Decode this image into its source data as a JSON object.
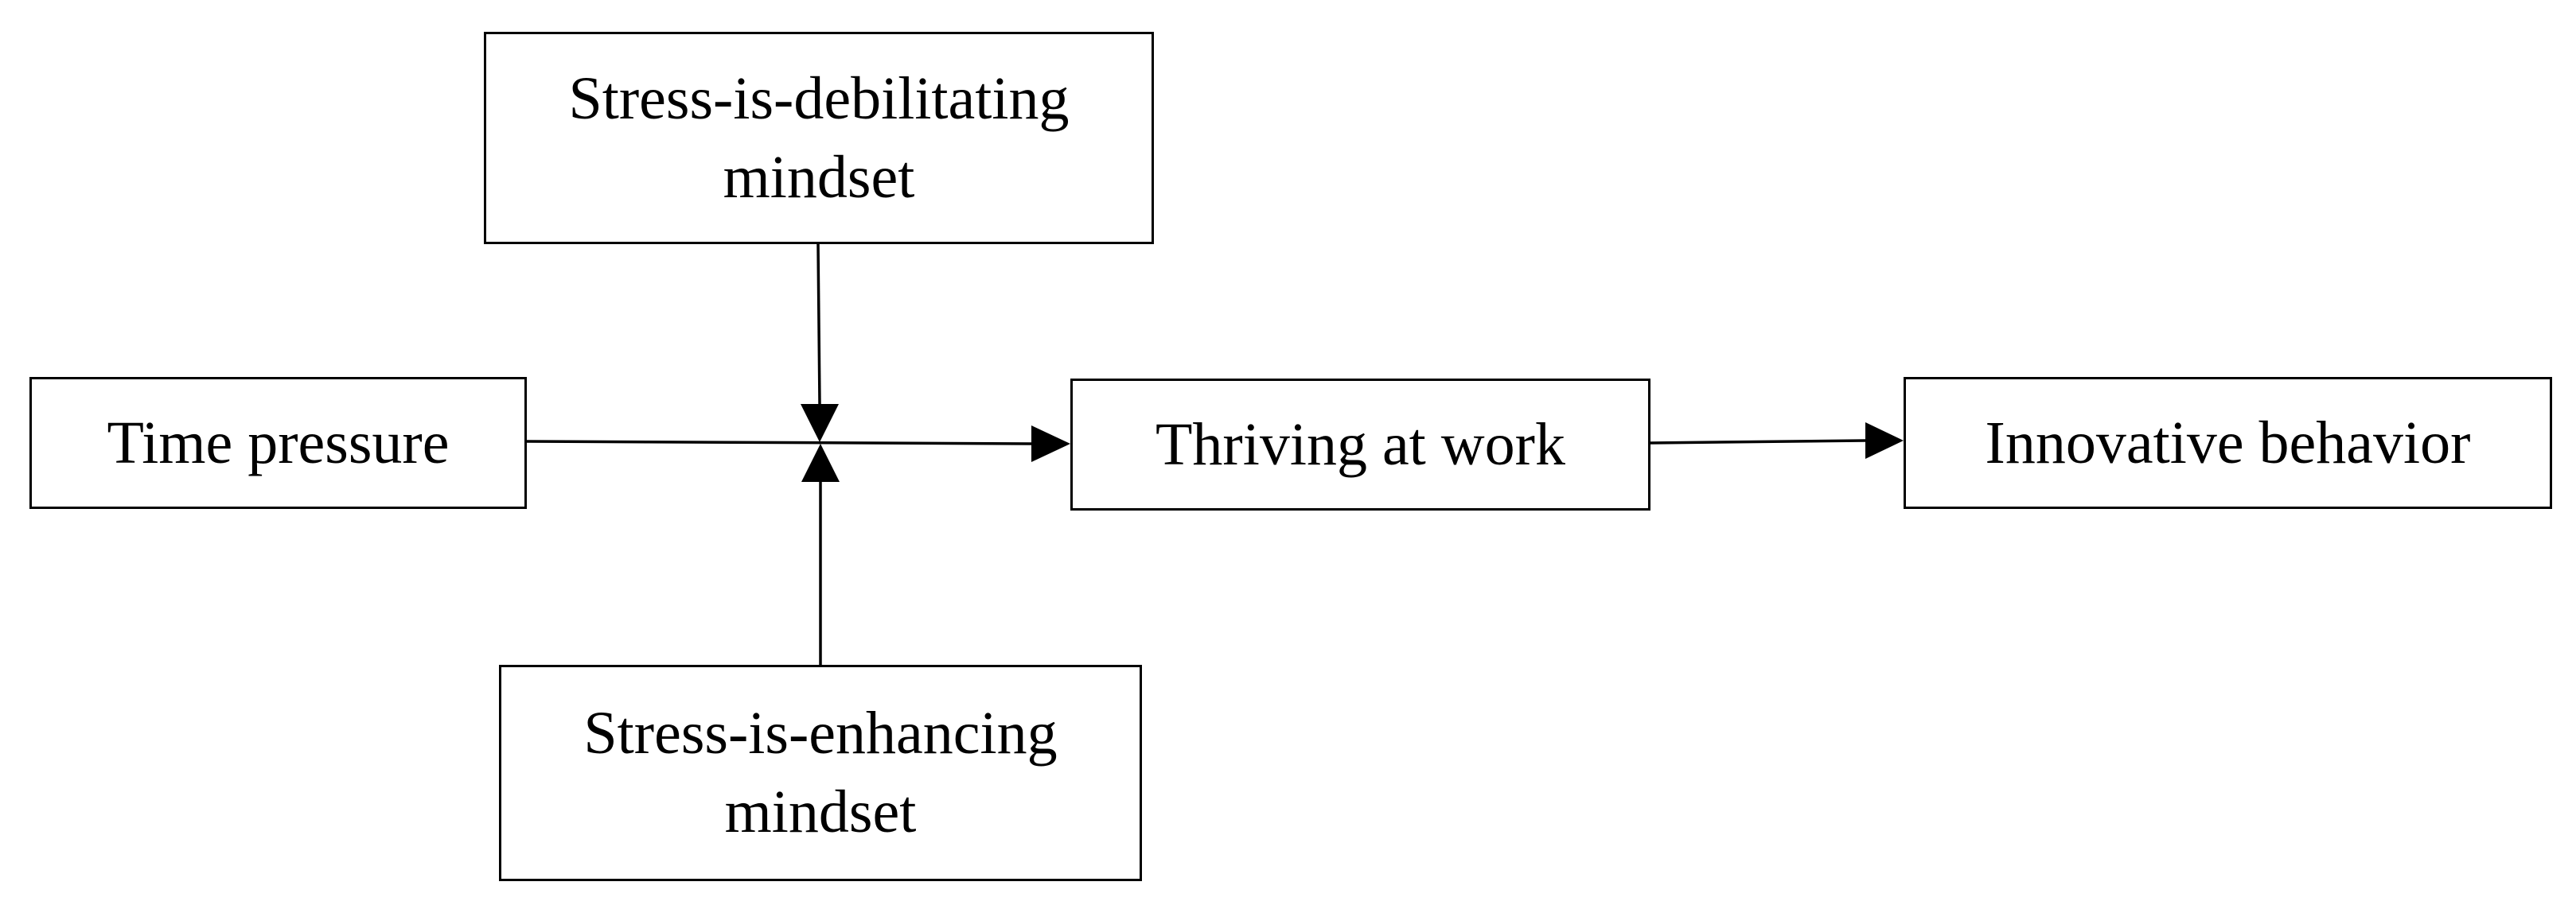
{
  "diagram": {
    "nodes": {
      "debilitating": {
        "line1": "Stress-is-debilitating",
        "line2": "mindset"
      },
      "time_pressure": {
        "label": "Time pressure"
      },
      "thriving": {
        "label": "Thriving at work"
      },
      "innovative": {
        "label": "Innovative behavior"
      },
      "enhancing": {
        "line1": "Stress-is-enhancing",
        "line2": "mindset"
      }
    },
    "edges": [
      {
        "from": "Time pressure",
        "to": "Thriving at work"
      },
      {
        "from": "Stress-is-debilitating mindset",
        "to": "Time pressure → Thriving at work path"
      },
      {
        "from": "Stress-is-enhancing mindset",
        "to": "Time pressure → Thriving at work path"
      },
      {
        "from": "Thriving at work",
        "to": "Innovative behavior"
      }
    ],
    "colors": {
      "stroke": "#000000",
      "background": "#ffffff"
    }
  }
}
